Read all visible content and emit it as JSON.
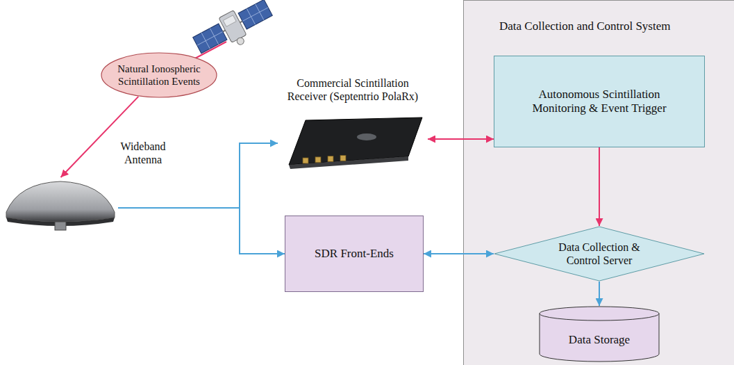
{
  "diagram": {
    "nodes": [
      {
        "text": [
          "Natural Ionospheric Scintillation Events"
        ]
      },
      {
        "text": [
          "Wideband Antenna"
        ]
      },
      {
        "text": [
          "Commercial Scintillation Receiver (Septentrio PolaRx)"
        ]
      },
      {
        "text": [
          "SDR Front-Ends"
        ]
      },
      {
        "text": [
          "Data Collection and Control System"
        ]
      },
      {
        "text": [
          "Autonomous Scintillation Monitoring & Event Trigger"
        ],
        "in": 4
      },
      {
        "text": [
          "Data Collection & Control Server"
        ],
        "in": 4
      },
      {
        "text": [
          "Data Storage"
        ],
        "in": 4
      }
    ],
    "edges": [
      {
        "from": 0,
        "to": 1,
        "arrow": "to"
      },
      {
        "from": 1,
        "to": 2,
        "arrow": "to"
      },
      {
        "from": 1,
        "to": 3,
        "arrow": "to"
      },
      {
        "from": 2,
        "to": 5,
        "arrow": "both"
      },
      {
        "from": 3,
        "to": 6,
        "arrow": "both"
      },
      {
        "from": 5,
        "to": 6,
        "arrow": "to"
      },
      {
        "from": 6,
        "to": 7,
        "arrow": "to"
      }
    ]
  }
}
